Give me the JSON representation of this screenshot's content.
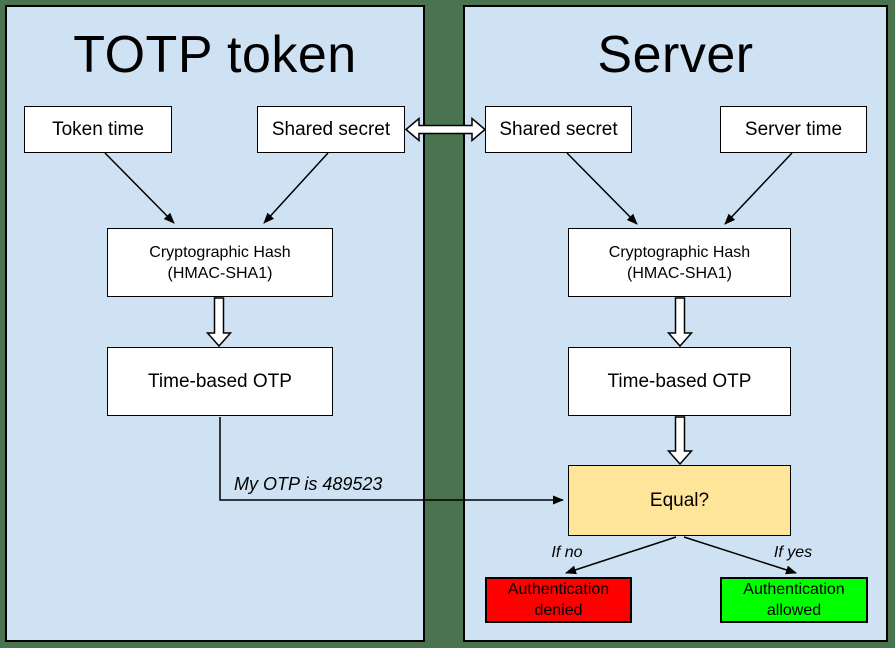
{
  "left_panel": {
    "title": "TOTP token",
    "token_time": "Token time",
    "shared_secret": "Shared secret",
    "hash_line1": "Cryptographic Hash",
    "hash_line2": "(HMAC-SHA1)",
    "otp": "Time-based OTP"
  },
  "right_panel": {
    "title": "Server",
    "shared_secret": "Shared secret",
    "server_time": "Server time",
    "hash_line1": "Cryptographic Hash",
    "hash_line2": "(HMAC-SHA1)",
    "otp": "Time-based OTP",
    "equal": "Equal?",
    "denied_line1": "Authentication",
    "denied_line2": "denied",
    "allowed_line1": "Authentication",
    "allowed_line2": "allowed"
  },
  "annotations": {
    "otp_message": "My OTP is 489523",
    "if_no": "If no",
    "if_yes": "If yes"
  },
  "colors": {
    "background": "#4a7350",
    "panel": "#cfe2f3",
    "box": "#ffffff",
    "equal": "#ffe599",
    "denied": "#ff0000",
    "allowed": "#00ff00",
    "border": "#000000"
  }
}
